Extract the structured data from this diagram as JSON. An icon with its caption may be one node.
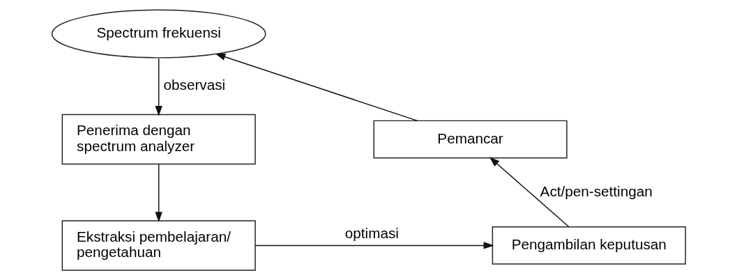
{
  "diagram": {
    "nodes": [
      {
        "text": [
          "Spectrum frekuensi"
        ]
      },
      {
        "text": [
          "Penerima dengan spectrum analyzer"
        ]
      },
      {
        "text": [
          "Pemancar"
        ]
      },
      {
        "text": [
          "Ekstraksi pembelajaran/ pengetahuan"
        ]
      },
      {
        "text": [
          "Pengambilan keputusan"
        ]
      }
    ],
    "edges": [
      {
        "from": 0,
        "to": 1,
        "arrow": "to",
        "label": "observasi"
      },
      {
        "from": 1,
        "to": 3,
        "arrow": "to"
      },
      {
        "from": 3,
        "to": 4,
        "arrow": "to",
        "label": "optimasi"
      },
      {
        "from": 4,
        "to": 2,
        "arrow": "to",
        "label": "Act/pen-settingan"
      },
      {
        "from": 2,
        "to": 0,
        "arrow": "to"
      }
    ]
  }
}
